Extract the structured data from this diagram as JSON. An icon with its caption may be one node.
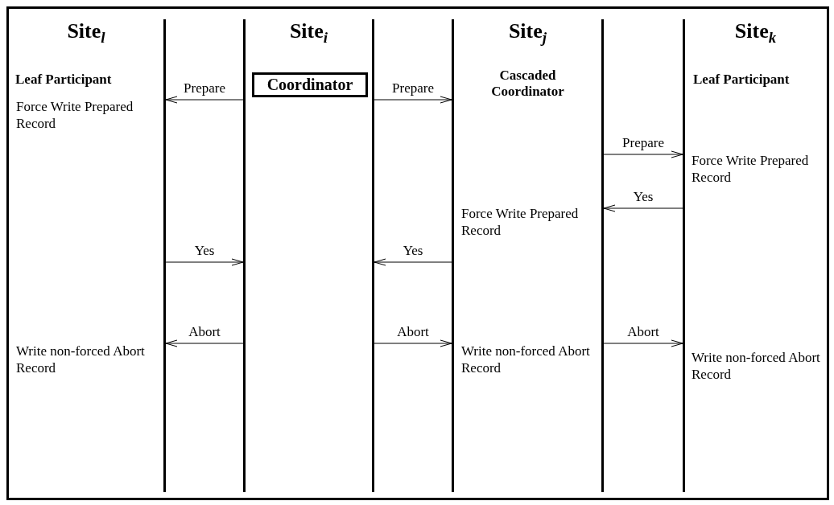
{
  "diagram": {
    "nodes": [
      {
        "text": [
          "Site$_{l}$",
          "Leaf  Participant"
        ]
      },
      {
        "text": [
          "Site$_{i}$"
        ]
      },
      {
        "text": [
          "Coordinator"
        ],
        "in": 1
      },
      {
        "text": [
          "Site$_{j}$",
          "Cascaded Coordinator"
        ]
      },
      {
        "text": [
          "Site$_{k}$",
          "Leaf  Participant"
        ]
      }
    ],
    "edges": [
      {
        "from": 1,
        "to": 0,
        "arrow": "to",
        "label": "Prepare"
      },
      {
        "from": 1,
        "to": 3,
        "arrow": "to",
        "label": "Prepare"
      },
      {
        "from": 3,
        "to": 4,
        "arrow": "to",
        "label": "Prepare"
      },
      {
        "from": 4,
        "to": 3,
        "arrow": "to",
        "label": "Yes"
      },
      {
        "from": 0,
        "to": 1,
        "arrow": "to",
        "label": "Yes"
      },
      {
        "from": 3,
        "to": 1,
        "arrow": "to",
        "label": "Yes"
      },
      {
        "from": 1,
        "to": 0,
        "arrow": "to",
        "label": "Abort"
      },
      {
        "from": 1,
        "to": 3,
        "arrow": "to",
        "label": "Abort"
      },
      {
        "from": 3,
        "to": 4,
        "arrow": "to",
        "label": "Abort"
      }
    ],
    "labels": [
      "Force Write Prepared Record",
      "Force Write Prepared Record",
      "Force Write Prepared Record",
      "Write non-forced Abort Record",
      "Write non-forced Abort Record",
      "Write non-forced Abort Record"
    ]
  }
}
